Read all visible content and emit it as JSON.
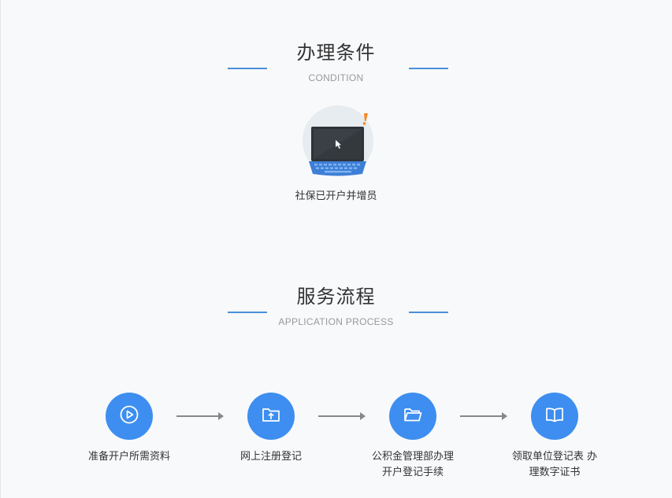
{
  "condition": {
    "title": "办理条件",
    "subtitle": "CONDITION",
    "items": [
      {
        "label": "社保已开户并增员",
        "icon": "laptop-alert-icon"
      }
    ]
  },
  "process": {
    "title": "服务流程",
    "subtitle": "APPLICATION PROCESS",
    "steps": [
      {
        "icon": "play-icon",
        "line1": "准备开户所需资料",
        "line2": ""
      },
      {
        "icon": "folder-upload-icon",
        "line1": "网上注册登记",
        "line2": ""
      },
      {
        "icon": "folder-open-icon",
        "line1": "公积金管理部办理",
        "line2": "开户登记手续"
      },
      {
        "icon": "book-icon",
        "line1": "领取单位登记表 办",
        "line2": "理数字证书"
      }
    ]
  },
  "colors": {
    "accent": "#3d8ef0",
    "heading_line": "#4a90d9",
    "alert": "#f5861f"
  }
}
